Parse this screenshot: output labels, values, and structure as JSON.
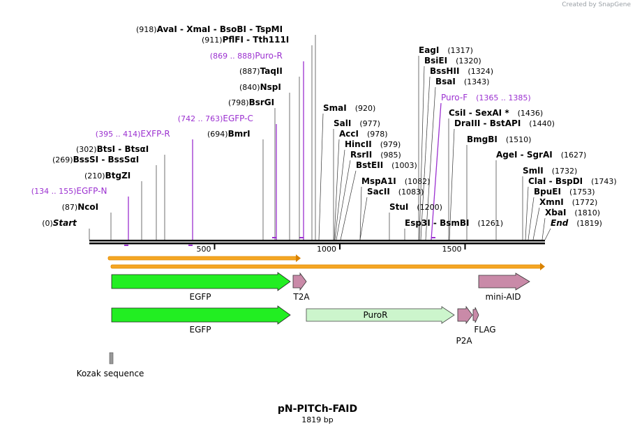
{
  "credit": {
    "prefix": "Created by",
    "brand": "SnapGene"
  },
  "title": "pN-PITCh-FAID",
  "subtitle": "1819 bp",
  "sequence_length": 1819,
  "ticks": [
    {
      "pos": 500,
      "label": "500"
    },
    {
      "pos": 1000,
      "label": "1000"
    },
    {
      "pos": 1500,
      "label": "1500"
    }
  ],
  "sites": [
    {
      "pos_label": "(918)",
      "parts": [
        {
          "t": "AvaI",
          "c": "#000"
        },
        {
          "t": "  -  ",
          "c": "#000"
        },
        {
          "t": "XmaI",
          "c": "#000"
        },
        {
          "t": "  -  ",
          "c": "#000"
        },
        {
          "t": "BsoBI",
          "c": "#000"
        },
        {
          "t": "  -  ",
          "c": "#000"
        },
        {
          "t": "TspMI",
          "c": "#000"
        }
      ],
      "side": "left"
    },
    {
      "pos_label": "(911)",
      "parts": [
        {
          "t": "PflFI",
          "c": "#000"
        },
        {
          "t": "  -  ",
          "c": "#000"
        },
        {
          "t": "Tth111I",
          "c": "#000"
        }
      ],
      "side": "left"
    },
    {
      "pos_label": "(869 .. 888)",
      "parts": [
        {
          "t": "Puro-R",
          "c": "#9b30d0"
        }
      ],
      "side": "left",
      "primer": true
    },
    {
      "pos_label": "(887)",
      "parts": [
        {
          "t": "TaqII",
          "c": "#000"
        }
      ],
      "side": "left"
    },
    {
      "pos_label": "(840)",
      "parts": [
        {
          "t": "NspI",
          "c": "#000"
        }
      ],
      "side": "left"
    },
    {
      "pos_label": "(798)",
      "parts": [
        {
          "t": "BsrGI",
          "c": "#000"
        }
      ],
      "side": "left"
    },
    {
      "pos_label": "(742 .. 763)",
      "parts": [
        {
          "t": "EGFP-C",
          "c": "#9b30d0"
        }
      ],
      "side": "left",
      "primer": true
    },
    {
      "pos_label": "(694)",
      "parts": [
        {
          "t": "BmrI",
          "c": "#000"
        }
      ],
      "side": "left"
    },
    {
      "pos_label": "(395 .. 414)",
      "parts": [
        {
          "t": "EXFP-R",
          "c": "#9b30d0"
        }
      ],
      "side": "left",
      "primer": true
    },
    {
      "pos_label": "(302)",
      "parts": [
        {
          "t": "BtsI",
          "c": "#000"
        },
        {
          "t": "  -  ",
          "c": "#000"
        },
        {
          "t": "BtsαI",
          "c": "#000"
        }
      ],
      "side": "left"
    },
    {
      "pos_label": "(269)",
      "parts": [
        {
          "t": "BssSI",
          "c": "#000"
        },
        {
          "t": "  -  ",
          "c": "#000"
        },
        {
          "t": "BssSαI",
          "c": "#000"
        }
      ],
      "side": "left"
    },
    {
      "pos_label": "(210)",
      "parts": [
        {
          "t": "BtgZI",
          "c": "#000"
        }
      ],
      "side": "left"
    },
    {
      "pos_label": "(134 .. 155)",
      "parts": [
        {
          "t": "EGFP-N",
          "c": "#9b30d0"
        }
      ],
      "side": "left",
      "primer": true
    },
    {
      "pos_label": "(87)",
      "parts": [
        {
          "t": "NcoI",
          "c": "#000"
        }
      ],
      "side": "left"
    },
    {
      "pos_label": "(0)",
      "parts": [
        {
          "t": "Start",
          "c": "#000",
          "italic": true
        }
      ],
      "side": "left"
    },
    {
      "pos_label": "(920)",
      "parts": [
        {
          "t": "SmaI",
          "c": "#000"
        }
      ],
      "side": "right"
    },
    {
      "pos_label": "(977)",
      "parts": [
        {
          "t": "SalI",
          "c": "#000"
        }
      ],
      "side": "right"
    },
    {
      "pos_label": "(978)",
      "parts": [
        {
          "t": "AccI",
          "c": "#000"
        }
      ],
      "side": "right"
    },
    {
      "pos_label": "(979)",
      "parts": [
        {
          "t": "HincII",
          "c": "#000"
        }
      ],
      "side": "right"
    },
    {
      "pos_label": "(985)",
      "parts": [
        {
          "t": "RsrII",
          "c": "#000"
        }
      ],
      "side": "right"
    },
    {
      "pos_label": "(1003)",
      "parts": [
        {
          "t": "BstEII",
          "c": "#000"
        }
      ],
      "side": "right"
    },
    {
      "pos_label": "(1082)",
      "parts": [
        {
          "t": "MspA1I",
          "c": "#000"
        }
      ],
      "side": "right"
    },
    {
      "pos_label": "(1083)",
      "parts": [
        {
          "t": "SacII",
          "c": "#000"
        }
      ],
      "side": "right"
    },
    {
      "pos_label": "(1200)",
      "parts": [
        {
          "t": "StuI",
          "c": "#000"
        }
      ],
      "side": "right"
    },
    {
      "pos_label": "(1317)",
      "parts": [
        {
          "t": "EagI",
          "c": "#000"
        }
      ],
      "side": "right"
    },
    {
      "pos_label": "(1320)",
      "parts": [
        {
          "t": "BsiEI",
          "c": "#000"
        }
      ],
      "side": "right"
    },
    {
      "pos_label": "(1324)",
      "parts": [
        {
          "t": "BssHII",
          "c": "#000"
        }
      ],
      "side": "right"
    },
    {
      "pos_label": "(1343)",
      "parts": [
        {
          "t": "BsaI",
          "c": "#000"
        }
      ],
      "side": "right"
    },
    {
      "pos_label": "(1365 .. 1385)",
      "parts": [
        {
          "t": "Puro-F",
          "c": "#9b30d0"
        }
      ],
      "side": "right",
      "primer": true
    },
    {
      "pos_label": "(1436)",
      "parts": [
        {
          "t": "CsiI",
          "c": "#000"
        },
        {
          "t": "  -  ",
          "c": "#000"
        },
        {
          "t": "SexAI *",
          "c": "#000"
        }
      ],
      "side": "right"
    },
    {
      "pos_label": "(1440)",
      "parts": [
        {
          "t": "DraIII",
          "c": "#000"
        },
        {
          "t": "  -  ",
          "c": "#000"
        },
        {
          "t": "BstAPI",
          "c": "#000"
        }
      ],
      "side": "right"
    },
    {
      "pos_label": "(1510)",
      "parts": [
        {
          "t": "BmgBI",
          "c": "#000"
        }
      ],
      "side": "right"
    },
    {
      "pos_label": "(1627)",
      "parts": [
        {
          "t": "AgeI",
          "c": "#000"
        },
        {
          "t": "  -  ",
          "c": "#000"
        },
        {
          "t": "SgrAI",
          "c": "#000"
        }
      ],
      "side": "right"
    },
    {
      "pos_label": "(1732)",
      "parts": [
        {
          "t": "SmlI",
          "c": "#000"
        }
      ],
      "side": "right"
    },
    {
      "pos_label": "(1743)",
      "parts": [
        {
          "t": "ClaI",
          "c": "#000"
        },
        {
          "t": "  -  ",
          "c": "#000"
        },
        {
          "t": "BspDI",
          "c": "#000"
        }
      ],
      "side": "right"
    },
    {
      "pos_label": "(1753)",
      "parts": [
        {
          "t": "BpuEI",
          "c": "#000"
        }
      ],
      "side": "right"
    },
    {
      "pos_label": "(1772)",
      "parts": [
        {
          "t": "XmnI",
          "c": "#000"
        }
      ],
      "side": "right"
    },
    {
      "pos_label": "(1810)",
      "parts": [
        {
          "t": "XbaI",
          "c": "#000"
        }
      ],
      "side": "right"
    },
    {
      "pos_label": "(1819)",
      "parts": [
        {
          "t": "End",
          "c": "#000",
          "italic": true
        }
      ],
      "side": "right"
    },
    {
      "pos_label": "(1261)",
      "parts": [
        {
          "t": "Esp3I",
          "c": "#000"
        },
        {
          "t": "  -  ",
          "c": "#000"
        },
        {
          "t": "BsmBI",
          "c": "#000"
        }
      ],
      "side": "left"
    }
  ],
  "features": [
    {
      "name": "EGFP",
      "label": "EGFP",
      "color": "#22ee22"
    },
    {
      "name": "T2A",
      "label": "T2A",
      "color": "#c98aa8"
    },
    {
      "name": "mini-AID",
      "label": "mini-AID",
      "color": "#c98aa8"
    },
    {
      "name": "EGFP2",
      "label": "EGFP",
      "color": "#22ee22"
    },
    {
      "name": "PuroR",
      "label": "PuroR",
      "color": "#ccf5cc"
    },
    {
      "name": "P2A",
      "label": "P2A",
      "color": "#c98aa8"
    },
    {
      "name": "FLAG",
      "label": "FLAG",
      "color": "#c98aa8"
    },
    {
      "name": "Kozak",
      "label": "Kozak sequence",
      "color": "#999999"
    }
  ],
  "colors": {
    "primer": "#9b30d0",
    "orf": "#f5a623",
    "backbone": "#000000"
  }
}
